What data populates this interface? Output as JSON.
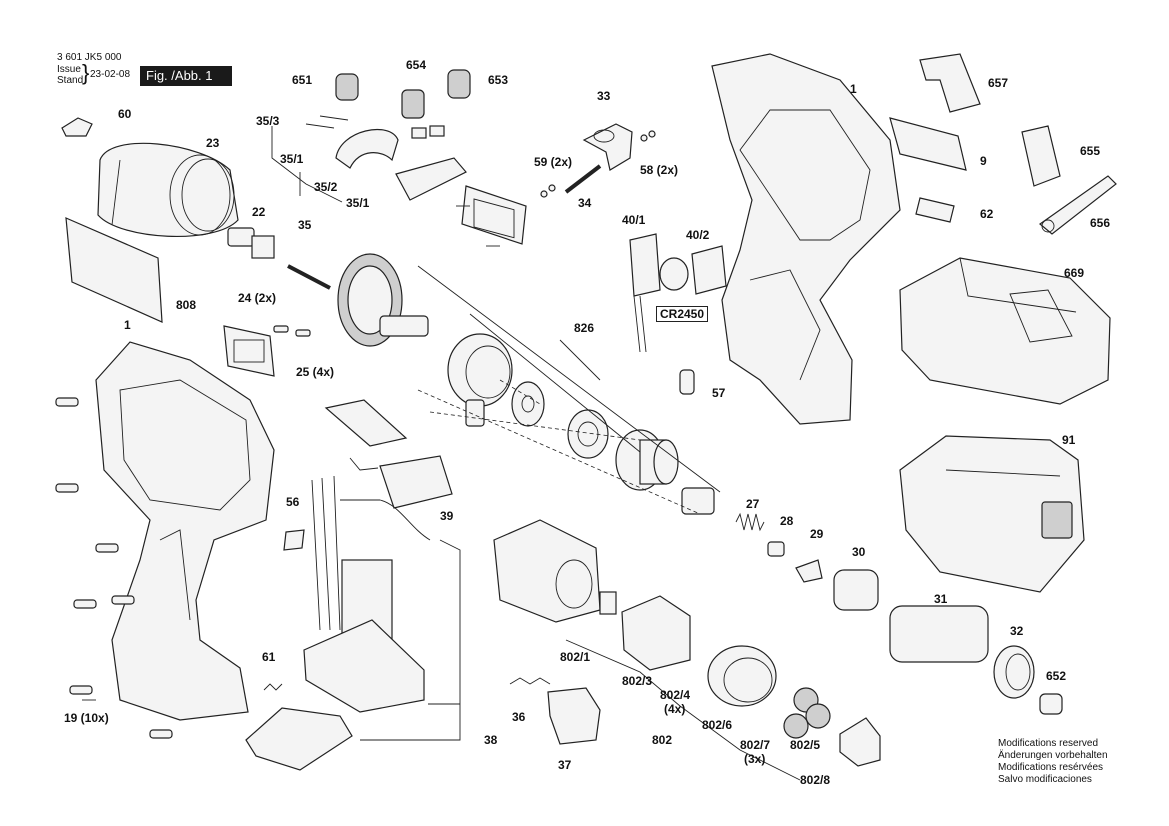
{
  "header": {
    "doc_number": "3 601 JK5 000",
    "issue_label_en": "Issue",
    "issue_label_de": "Stand",
    "issue_date": "23-02-08",
    "figure_label": "Fig. /Abb. 1"
  },
  "callouts": {
    "c1a": "1",
    "c1b": "1",
    "c9": "9",
    "c19": "19 (10x)",
    "c22": "22",
    "c23": "23",
    "c24": "24 (2x)",
    "c25": "25 (4x)",
    "c27": "27",
    "c28": "28",
    "c29": "29",
    "c30": "30",
    "c31": "31",
    "c32": "32",
    "c33": "33",
    "c34": "34",
    "c35": "35",
    "c35_1a": "35/1",
    "c35_1b": "35/1",
    "c35_2": "35/2",
    "c35_3": "35/3",
    "c36": "36",
    "c37": "37",
    "c38": "38",
    "c39": "39",
    "c40_1": "40/1",
    "c40_2": "40/2",
    "cCR": "CR2450",
    "c56": "56",
    "c57": "57",
    "c58": "58 (2x)",
    "c59": "59 (2x)",
    "c60": "60",
    "c61": "61",
    "c62": "62",
    "c651": "651",
    "c652": "652",
    "c653": "653",
    "c654": "654",
    "c655": "655",
    "c656": "656",
    "c657": "657",
    "c669": "669",
    "c802": "802",
    "c802_1": "802/1",
    "c802_3": "802/3",
    "c802_4": "802/4",
    "c802_4q": "(4x)",
    "c802_5": "802/5",
    "c802_6": "802/6",
    "c802_7": "802/7",
    "c802_7q": "(3x)",
    "c802_8": "802/8",
    "c808": "808",
    "c826": "826",
    "c91": "91"
  },
  "notice": {
    "line1": "Modifications reserved",
    "line2": "Änderungen vorbehalten",
    "line3": "Modifications resérvées",
    "line4": "Salvo modificaciones"
  }
}
